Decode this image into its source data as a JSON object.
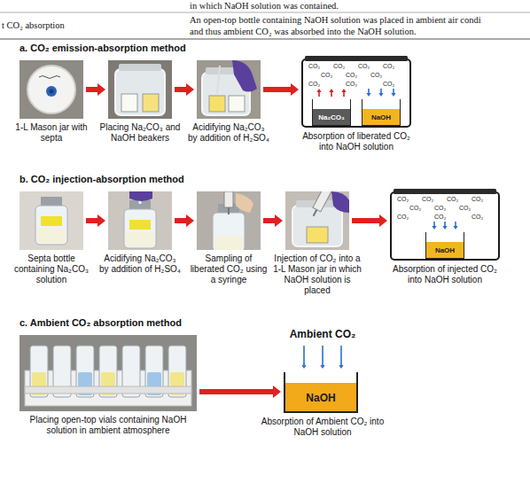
{
  "diagram": {
    "nodes": [
      {
        "text": [
          "1-L Mason jar with septa"
        ]
      },
      {
        "text": [
          "Placing Na₂CO₃ and NaOH beakers"
        ]
      },
      {
        "text": [
          "Acidifying Na₂CO₃ by addition of H₂SO₄"
        ]
      },
      {
        "text": [
          "Absorption of liberated CO₂ into NaOH solution"
        ]
      },
      {
        "text": [
          "Na₂CO₃"
        ],
        "in": 3
      },
      {
        "text": [
          "NaOH"
        ],
        "in": 3
      },
      {
        "text": [
          "Septa bottle containing Na₂CO₃ solution"
        ]
      },
      {
        "text": [
          "Acidifying Na₂CO₃ by addition of H₂SO₄"
        ]
      },
      {
        "text": [
          "Sampling of liberated CO₂ using a syringe"
        ]
      },
      {
        "text": [
          "Injection of CO₂ into a 1-L Mason jar in which NaOH solution is placed"
        ]
      },
      {
        "text": [
          "Absorption of injected CO₂ into NaOH solution"
        ]
      },
      {
        "text": [
          "NaOH"
        ],
        "in": 10
      },
      {
        "text": [
          "Placing open-top vials containing NaOH solution in ambient atmosphere"
        ]
      },
      {
        "text": [
          "Ambient CO₂",
          "NaOH",
          "Absorption of Ambient CO₂ into NaOH solution"
        ]
      }
    ],
    "edges": [
      {
        "from": 0,
        "to": 1,
        "arrow": "to"
      },
      {
        "from": 1,
        "to": 2,
        "arrow": "to"
      },
      {
        "from": 2,
        "to": 3,
        "arrow": "to"
      },
      {
        "from": 6,
        "to": 7,
        "arrow": "to"
      },
      {
        "from": 7,
        "to": 8,
        "arrow": "to"
      },
      {
        "from": 8,
        "to": 9,
        "arrow": "to"
      },
      {
        "from": 9,
        "to": 10,
        "arrow": "to"
      },
      {
        "from": 12,
        "to": 13,
        "arrow": "to"
      }
    ],
    "labels": [
      "in which NaOH solution was contained.",
      "t CO₂ absorption",
      "An open-top bottle containing NaOH solution was placed in ambient air condi",
      "and thus ambient CO₂ was absorbed into the NaOH solution.",
      "a. CO₂ emission-absorption method",
      "CO₂",
      "CO₂",
      "CO₂",
      "CO₂",
      "CO₂",
      "CO₂",
      "CO₂",
      "CO₂",
      "CO₂",
      "CO₂",
      "b. CO₂ injection-absorption method",
      "CO₂",
      "CO₂",
      "CO₂",
      "CO₂",
      "CO₂",
      "CO₂",
      "CO₂",
      "CO₂",
      "CO₂",
      "CO₂",
      "c. Ambient CO₂ absorption method"
    ]
  }
}
